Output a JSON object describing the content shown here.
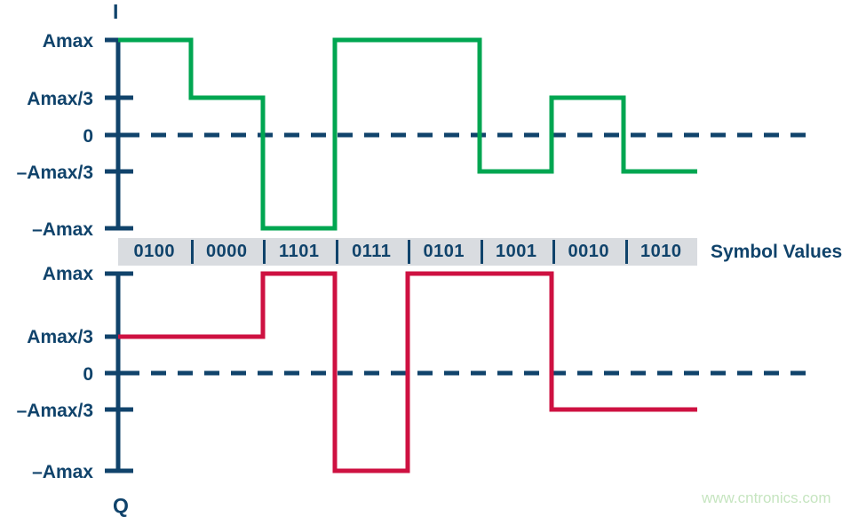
{
  "chart_data": {
    "type": "line",
    "title": "",
    "subtitle": "",
    "xlabel": "",
    "ylabel": "",
    "grid": false,
    "legend_position": "none",
    "axis_levels": [
      "Amax",
      "Amax/3",
      "0",
      "–Amax/3",
      "–Amax"
    ],
    "level_values": [
      1,
      0.3333,
      0,
      -0.3333,
      -1
    ],
    "ylim": [
      -1,
      1
    ],
    "categories": [
      "0100",
      "0000",
      "1101",
      "0111",
      "0101",
      "1001",
      "0010",
      "1010"
    ],
    "series": [
      {
        "name": "I",
        "color": "#00a651",
        "value_labels": [
          "Amax",
          "Amax/3",
          "–Amax",
          "Amax",
          "Amax",
          "–Amax/3",
          "–Amax/3",
          "Amax/3",
          "–Amax/3"
        ],
        "values": [
          1,
          0.3333,
          -1,
          1,
          1,
          -0.3333,
          -0.3333,
          0.3333,
          -0.3333
        ]
      },
      {
        "name": "Q",
        "color": "#ce1141",
        "value_labels": [
          "Amax/3",
          "Amax/3",
          "Amax",
          "–Amax",
          "Amax",
          "Amax",
          "Amax",
          "–Amax/3",
          "–Amax/3"
        ],
        "values": [
          0.3333,
          0.3333,
          1,
          -1,
          1,
          1,
          1,
          -0.3333,
          -0.3333
        ]
      }
    ],
    "annotations": {
      "symbol_row_label": "Symbol Values",
      "zero_line_style": "dashed"
    }
  },
  "axes": {
    "top": {
      "trace_label": "I",
      "ticks": [
        "Amax",
        "Amax/3",
        "0",
        "–Amax/3",
        "–Amax"
      ]
    },
    "bottom": {
      "trace_label": "Q",
      "ticks": [
        "Amax",
        "Amax/3",
        "0",
        "–Amax/3",
        "–Amax"
      ]
    }
  },
  "symbols": {
    "label": "Symbol Values",
    "values": [
      "0100",
      "0000",
      "1101",
      "0111",
      "0101",
      "1001",
      "0010",
      "1010"
    ]
  },
  "watermark": {
    "text": "www.cntronics.com"
  },
  "colors": {
    "axis": "#10436b",
    "i_trace": "#00a651",
    "q_trace": "#ce1141",
    "symbol_bar": "#d9dce0",
    "watermark": "#c6e5c0"
  }
}
